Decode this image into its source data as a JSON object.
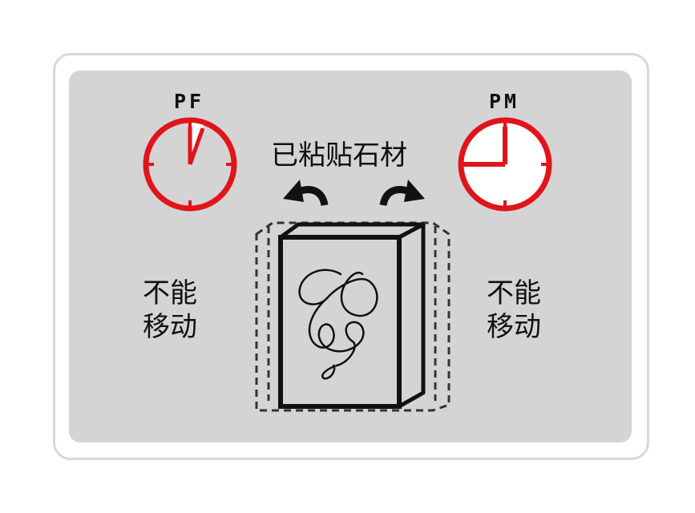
{
  "left_clock": {
    "label": "PF"
  },
  "right_clock": {
    "label": "PM"
  },
  "title": "已粘贴石材",
  "left_note": [
    "不能",
    "移动"
  ],
  "right_note": [
    "不能",
    "移动"
  ],
  "colors": {
    "clock_red": "#e0151b",
    "panel_gray": "#d4d4d4",
    "ink": "#111111"
  }
}
